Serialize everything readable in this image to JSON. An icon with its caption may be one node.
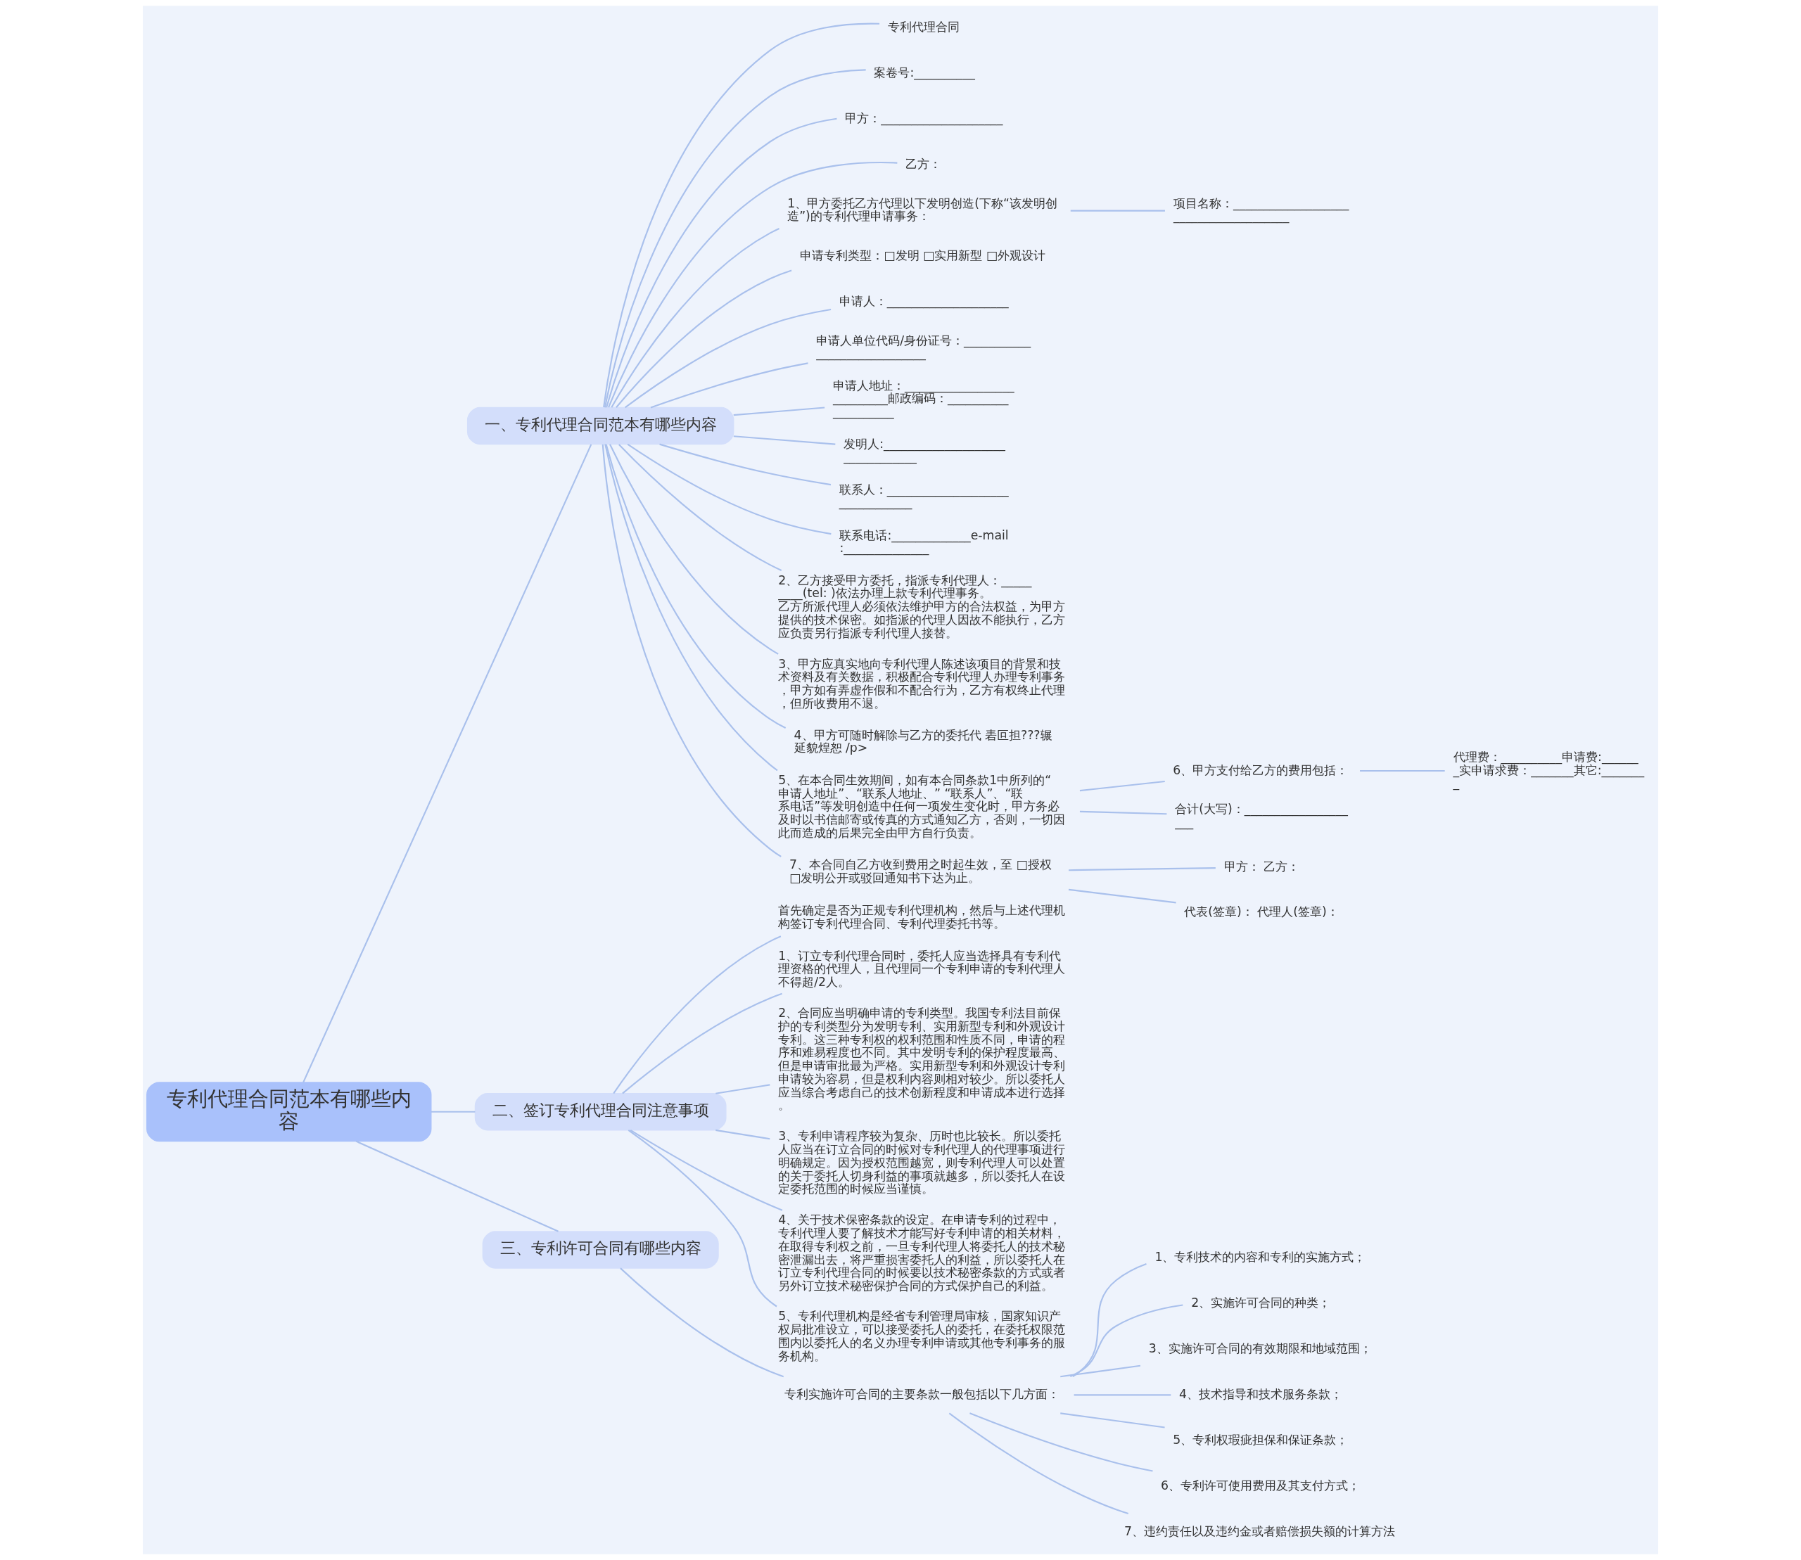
{
  "diagram": {
    "nodes": [
      {
        "text": [
          "专利代理合同范本有哪些内容"
        ]
      },
      {
        "text": [
          "一、专利代理合同范本有哪些内容"
        ]
      },
      {
        "text": [
          "专利代理合同"
        ]
      },
      {
        "text": [
          "案卷号:__________"
        ]
      },
      {
        "text": [
          "甲方：____________________"
        ]
      },
      {
        "text": [
          "乙方："
        ]
      },
      {
        "text": [
          "1、甲方委托乙方代理以下发明创造(下称“该发明创造”)的专利代理申请事务："
        ]
      },
      {
        "text": [
          "项目名称：______________________________________"
        ]
      },
      {
        "text": [
          "申请专利类型：□发明 □实用新型 □外观设计"
        ]
      },
      {
        "text": [
          "申请人：____________________"
        ]
      },
      {
        "text": [
          "申请人单位代码/身份证号：_____________________________"
        ]
      },
      {
        "text": [
          "申请人地址：___________________________邮政编码：____________________"
        ]
      },
      {
        "text": [
          "发明人:________________________________"
        ]
      },
      {
        "text": [
          "联系人：________________________________"
        ]
      },
      {
        "text": [
          "联系电话:_____________e-mail:______________"
        ]
      },
      {
        "text": [
          "2、乙方接受甲方委托，指派专利代理人：_________(tel: )依法办理上款专利代理事务。乙方所派代理人必须依法维护甲方的合法权益，为甲方提供的技术保密。如指派的代理人因故不能执行，乙方应负责另行指派专利代理人接替。"
        ]
      },
      {
        "text": [
          "3、甲方应真实地向专利代理人陈述该项目的背景和技术资料及有关数据，积极配合专利代理人办理专利事务，甲方如有弄虚作假和不配合行为，乙方有权终止代理，但所收费用不退。"
        ]
      },
      {
        "text": [
          "4、甲方可随时解除与乙方的委托代 砉叵担???辗延貌煌恕 /p>"
        ]
      },
      {
        "text": [
          "5、在本合同生效期间，如有本合同条款1中所列的“申请人地址”、“联系人地址、” “联系人”、“联系电话”等发明创造中任何一项发生变化时，甲方务必及时以书信邮寄或传真的方式通知乙方，否则，一切因此而造成的后果完全由甲方自行负责。"
        ]
      },
      {
        "text": [
          "6、甲方支付给乙方的费用包括："
        ]
      },
      {
        "text": [
          "代理费：__________申请费:_______实申请求费：_______其它:________"
        ]
      },
      {
        "text": [
          "合计(大写)：____________________"
        ]
      },
      {
        "text": [
          "7、本合同自乙方收到费用之时起生效，至 □授权 □发明公开或驳回通知书下达为止。"
        ]
      },
      {
        "text": [
          "甲方： 乙方："
        ]
      },
      {
        "text": [
          "代表(签章)： 代理人(签章)："
        ]
      },
      {
        "text": [
          "二、签订专利代理合同注意事项"
        ]
      },
      {
        "text": [
          "首先确定是否为正规专利代理机构，然后与上述代理机构签订专利代理合同、专利代理委托书等。"
        ]
      },
      {
        "text": [
          "1、订立专利代理合同时，委托人应当选择具有专利代理资格的代理人，且代理同一个专利申请的专利代理人不得超/2人。"
        ]
      },
      {
        "text": [
          "2、合同应当明确申请的专利类型。我国专利法目前保护的专利类型分为发明专利、实用新型专利和外观设计专利。这三种专利权的权利范围和性质不同，申请的程序和难易程度也不同。其中发明专利的保护程度最高、但是申请审批最为严格。实用新型专利和外观设计专利申请较为容易，但是权利内容则相对较少。所以委托人应当综合考虑自己的技术创新程度和申请成本进行选择。"
        ]
      },
      {
        "text": [
          "3、专利申请程序较为复杂、历时也比较长。所以委托人应当在订立合同的时候对专利代理人的代理事项进行明确规定。因为授权范围越宽，则专利代理人可以处置的关于委托人切身利益的事项就越多，所以委托人在设定委托范围的时候应当谨慎。"
        ]
      },
      {
        "text": [
          "4、关于技术保密条款的设定。在申请专利的过程中，专利代理人要了解技术才能写好专利申请的相关材料，在取得专利权之前，一旦专利代理人将委托人的技术秘密泄漏出去，将严重损害委托人的利益，所以委托人在订立专利代理合同的时候要以技术秘密条款的方式或者另外订立技术秘密保护合同的方式保护自己的利益。"
        ]
      },
      {
        "text": [
          "5、专利代理机构是经省专利管理局审核，国家知识产权局批准设立，可以接受委托人的委托，在委托权限范围内以委托人的名义办理专利申请或其他专利事务的服务机构。"
        ]
      },
      {
        "text": [
          "三、专利许可合同有哪些内容"
        ]
      },
      {
        "text": [
          "专利实施许可合同的主要条款一般包括以下几方面："
        ]
      },
      {
        "text": [
          "1、专利技术的内容和专利的实施方式；"
        ]
      },
      {
        "text": [
          "2、实施许可合同的种类；"
        ]
      },
      {
        "text": [
          "3、实施许可合同的有效期限和地域范围；"
        ]
      },
      {
        "text": [
          "4、技术指导和技术服务条款；"
        ]
      },
      {
        "text": [
          "5、专利权瑕疵担保和保证条款；"
        ]
      },
      {
        "text": [
          "6、专利许可使用费用及其支付方式；"
        ]
      },
      {
        "text": [
          "7、违约责任以及违约金或者赔偿损失额的计算方法"
        ]
      }
    ],
    "edges": [
      {
        "from": 0,
        "to": 1,
        "arrow": "none"
      },
      {
        "from": 1,
        "to": 2,
        "arrow": "none"
      },
      {
        "from": 1,
        "to": 3,
        "arrow": "none"
      },
      {
        "from": 1,
        "to": 4,
        "arrow": "none"
      },
      {
        "from": 1,
        "to": 5,
        "arrow": "none"
      },
      {
        "from": 1,
        "to": 6,
        "arrow": "none"
      },
      {
        "from": 6,
        "to": 7,
        "arrow": "none"
      },
      {
        "from": 1,
        "to": 8,
        "arrow": "none"
      },
      {
        "from": 1,
        "to": 9,
        "arrow": "none"
      },
      {
        "from": 1,
        "to": 10,
        "arrow": "none"
      },
      {
        "from": 1,
        "to": 11,
        "arrow": "none"
      },
      {
        "from": 1,
        "to": 12,
        "arrow": "none"
      },
      {
        "from": 1,
        "to": 13,
        "arrow": "none"
      },
      {
        "from": 1,
        "to": 14,
        "arrow": "none"
      },
      {
        "from": 1,
        "to": 15,
        "arrow": "none"
      },
      {
        "from": 1,
        "to": 16,
        "arrow": "none"
      },
      {
        "from": 1,
        "to": 17,
        "arrow": "none"
      },
      {
        "from": 1,
        "to": 18,
        "arrow": "none"
      },
      {
        "from": 18,
        "to": 19,
        "arrow": "none"
      },
      {
        "from": 19,
        "to": 20,
        "arrow": "none"
      },
      {
        "from": 18,
        "to": 21,
        "arrow": "none"
      },
      {
        "from": 1,
        "to": 22,
        "arrow": "none"
      },
      {
        "from": 22,
        "to": 23,
        "arrow": "none"
      },
      {
        "from": 22,
        "to": 24,
        "arrow": "none"
      },
      {
        "from": 0,
        "to": 25,
        "arrow": "none"
      },
      {
        "from": 25,
        "to": 26,
        "arrow": "none"
      },
      {
        "from": 25,
        "to": 27,
        "arrow": "none"
      },
      {
        "from": 25,
        "to": 28,
        "arrow": "none"
      },
      {
        "from": 25,
        "to": 29,
        "arrow": "none"
      },
      {
        "from": 25,
        "to": 30,
        "arrow": "none"
      },
      {
        "from": 25,
        "to": 31,
        "arrow": "none"
      },
      {
        "from": 0,
        "to": 32,
        "arrow": "none"
      },
      {
        "from": 32,
        "to": 33,
        "arrow": "none"
      },
      {
        "from": 33,
        "to": 34,
        "arrow": "none"
      },
      {
        "from": 33,
        "to": 35,
        "arrow": "none"
      },
      {
        "from": 33,
        "to": 36,
        "arrow": "none"
      },
      {
        "from": 33,
        "to": 37,
        "arrow": "none"
      },
      {
        "from": 33,
        "to": 38,
        "arrow": "none"
      },
      {
        "from": 33,
        "to": 39,
        "arrow": "none"
      },
      {
        "from": 33,
        "to": 40,
        "arrow": "none"
      }
    ]
  }
}
